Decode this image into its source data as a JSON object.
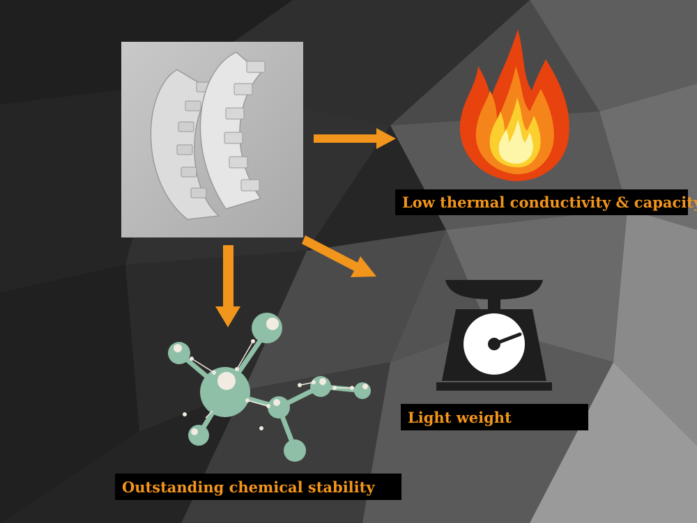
{
  "labels": {
    "thermal": "Low thermal conductivity & capacity",
    "weight": "Light weight",
    "stability": "Outstanding chemical stability"
  },
  "icons": {
    "photo": "ceramic-part-photo",
    "flame": "flame-icon",
    "scale": "scale-icon",
    "molecule": "molecule-icon",
    "arrows": "arrow-icon"
  },
  "colors": {
    "accent": "#f2951c",
    "label_bg": "#000000",
    "molecule": "#8fbfa7",
    "scale": "#1e1e1e"
  }
}
